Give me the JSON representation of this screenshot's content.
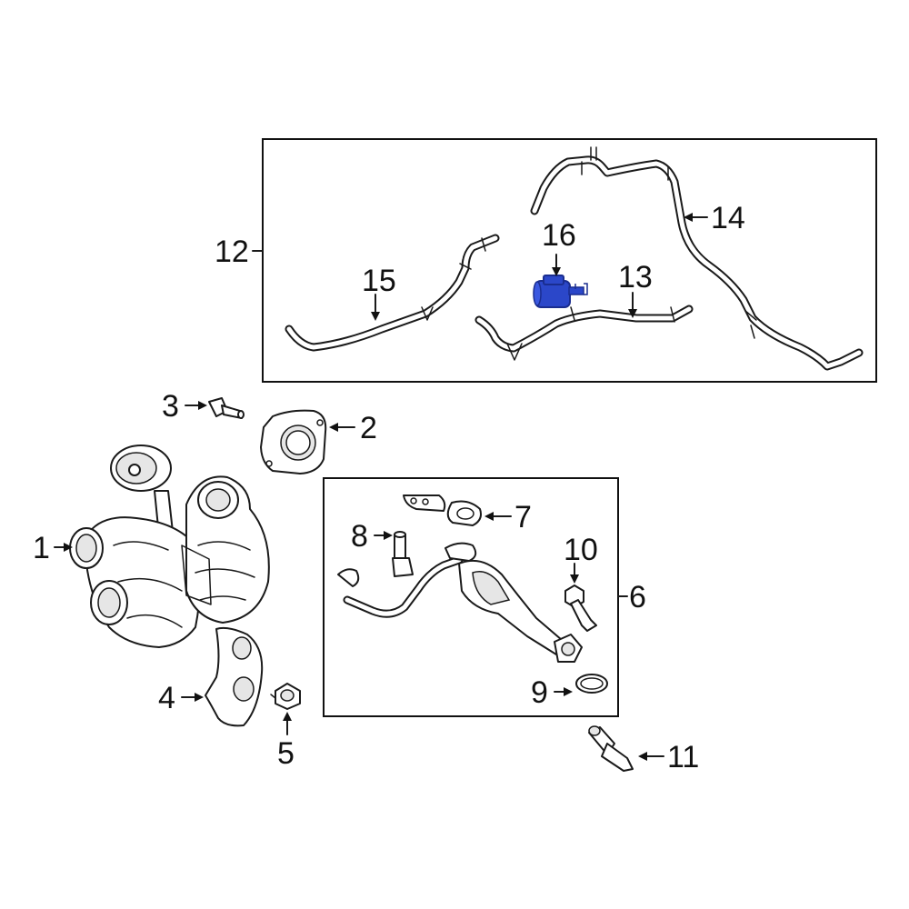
{
  "colors": {
    "highlight_part": "#2b47c9",
    "highlight_part_dark": "#1a2d8f",
    "line": "#1a1a1a",
    "background": "#ffffff"
  },
  "callouts": {
    "c1": "1",
    "c2": "2",
    "c3": "3",
    "c4": "4",
    "c5": "5",
    "c6": "6",
    "c7": "7",
    "c8": "8",
    "c9": "9",
    "c10": "10",
    "c11": "11",
    "c12": "12",
    "c13": "13",
    "c14": "14",
    "c15": "15",
    "c16": "16"
  },
  "highlighted_callout": "16"
}
